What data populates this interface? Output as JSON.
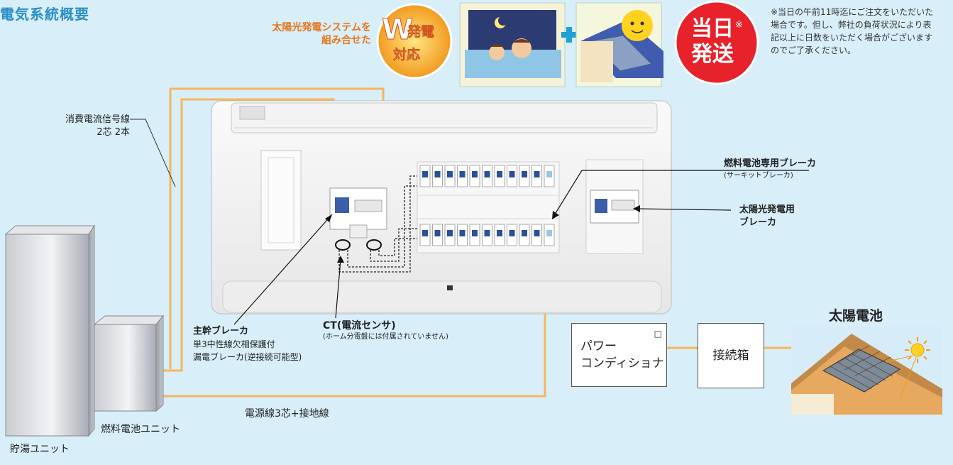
{
  "title": "電気系統概要",
  "header": {
    "solar_combo_line1": "太陽光発電システムを",
    "solar_combo_line2": "組み合せた",
    "badge_w": "W",
    "badge_hatsuden": "発電",
    "badge_taiou": "対応",
    "plus_sign": "+",
    "same_day_line1": "当日",
    "same_day_mark": "※",
    "same_day_line2": "発送",
    "note": "※当日の午前11時迄にご注文をいただいた場合です。但し、弊社の負荷状況により表記以上に日数をいただく場合がございますのでご了承ください。"
  },
  "labels": {
    "signal_line_1": "消費電流信号線",
    "signal_line_2": "2芯 2本",
    "fuel_breaker": "燃料電池専用ブレーカ",
    "fuel_breaker_sub": "(サーキットブレーカ)",
    "solar_breaker_1": "太陽光発電用",
    "solar_breaker_2": "ブレーカ",
    "main_breaker": "主幹ブレーカ",
    "main_breaker_sub1": "単3中性線欠相保護付",
    "main_breaker_sub2": "漏電ブレーカ(逆接続可能型)",
    "ct": "CT(電流センサ)",
    "ct_sub": "(ホーム分電盤には付属されていません)",
    "power_line": "電源線3芯+接地線",
    "fuel_cell_unit": "燃料電池ユニット",
    "hot_water_unit": "貯湯ユニット",
    "power_conditioner_1": "パワー",
    "power_conditioner_2": "コンディショナ",
    "power_conditioner_mark": "□",
    "junction_box": "接続箱",
    "solar_cell": "太陽電池"
  },
  "colors": {
    "background": "#d8eef9",
    "title": "#2a8fc8",
    "wire": "#f5b75a",
    "badge_red": "#e8222b",
    "accent_orange": "#e8761a",
    "plus_blue": "#1fa0d8",
    "breaker_blue": "#2a4f9c"
  },
  "icons": [
    "bath-illustration",
    "sun-house-illustration",
    "sun-icon",
    "solar-roof-illustration"
  ]
}
